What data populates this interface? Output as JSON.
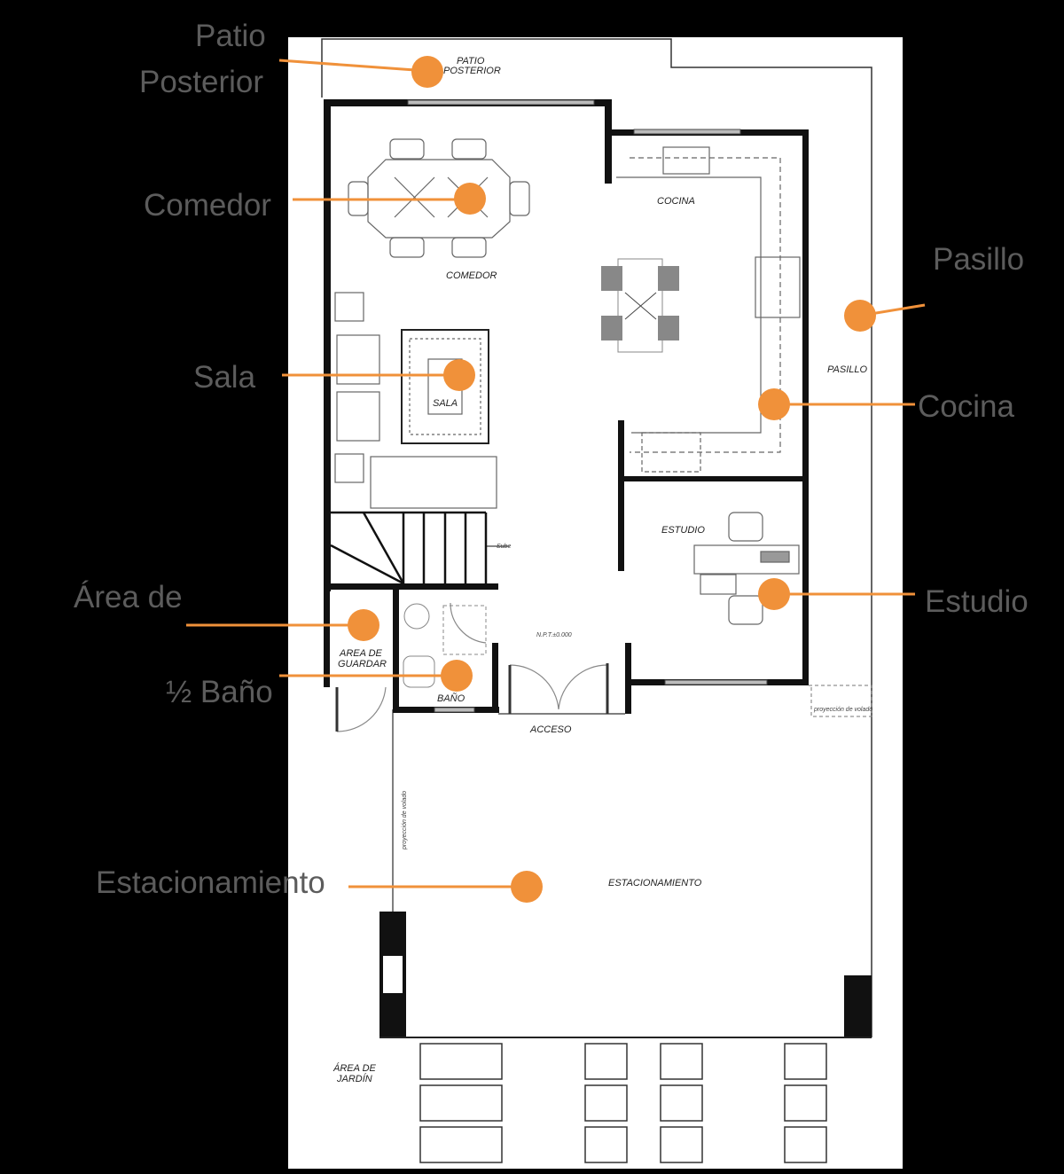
{
  "callouts": {
    "patio_line1": "Patio",
    "patio_line2": "Posterior",
    "comedor": "Comedor",
    "sala": "Sala",
    "area_de": "Área de",
    "bano": "½ Baño",
    "estacionamiento": "Estacionamiento",
    "pasillo": "Pasillo",
    "cocina": "Cocina",
    "estudio": "Estudio"
  },
  "plan_labels": {
    "patio_1": "PATIO",
    "patio_2": "POSTERIOR",
    "comedor": "COMEDOR",
    "cocina": "COCINA",
    "pasillo": "PASILLO",
    "sala": "SALA",
    "estudio": "ESTUDIO",
    "guardar_1": "AREA DE",
    "guardar_2": "GUARDAR",
    "bano": "BAÑO",
    "acceso": "ACCESO",
    "estacionamiento": "ESTACIONAMIENTO",
    "jardin_1": "ÁREA DE",
    "jardin_2": "JARDÍN",
    "sube": "Sube",
    "npt": "N.P.T.±0.000",
    "volado_right": "proyección de volado",
    "volado_left": "proyección de volado"
  },
  "colors": {
    "marker": "#F0913A",
    "callout_text": "#5c5c5c",
    "background": "#000000",
    "plan": "#ffffff"
  }
}
